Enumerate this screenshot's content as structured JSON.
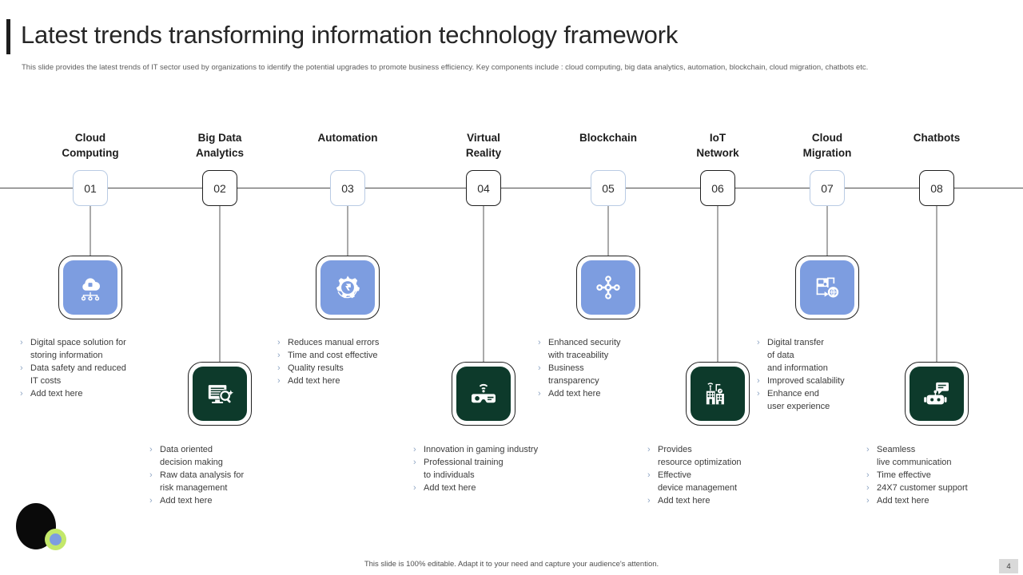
{
  "header": {
    "title": "Latest trends transforming information technology framework",
    "subtitle": "This slide provides the latest trends of IT sector used by  organizations to identify the potential upgrades to promote business efficiency. Key components include : cloud computing, big data analytics, automation, blockchain, cloud migration, chatbots etc."
  },
  "theme": {
    "blue_tile": "#7d9de0",
    "green_tile": "#0d3a2b",
    "badge_light_border": "#b9cbe4",
    "badge_dark_border": "#1f1f1f",
    "chevron": "#8fa6c4",
    "logo_green": "#c3e86a"
  },
  "columns": [
    {
      "number": "01",
      "heading": "Cloud\nComputing",
      "icon": "cloud-lock-network-icon",
      "tile_variant": "blue",
      "badge_variant": "light",
      "position": "top",
      "bullets": [
        "Digital space solution for\nstoring information",
        "Data safety and reduced\nIT costs",
        "Add text here"
      ]
    },
    {
      "number": "02",
      "heading": "Big Data\nAnalytics",
      "icon": "document-search-icon",
      "tile_variant": "green",
      "badge_variant": "dark",
      "position": "bottom",
      "bullets": [
        "Data oriented\ndecision making",
        "Raw data analysis for\nrisk management",
        "Add text here"
      ]
    },
    {
      "number": "03",
      "heading": "Automation",
      "icon": "gear-automation-icon",
      "tile_variant": "blue",
      "badge_variant": "light",
      "position": "top",
      "bullets": [
        "Reduces manual errors",
        "Time and cost effective",
        "Quality results",
        "Add text here"
      ]
    },
    {
      "number": "04",
      "heading": "Virtual\nReality",
      "icon": "vr-headset-icon",
      "tile_variant": "green",
      "badge_variant": "dark",
      "position": "bottom",
      "bullets": [
        "Innovation in gaming industry",
        "Professional training\nto individuals",
        "Add text here"
      ]
    },
    {
      "number": "05",
      "heading": "Blockchain",
      "icon": "node-network-icon",
      "tile_variant": "blue",
      "badge_variant": "light",
      "position": "top",
      "bullets": [
        "Enhanced security\nwith traceability",
        "Business\ntransparency",
        "Add text here"
      ]
    },
    {
      "number": "06",
      "heading": "IoT\nNetwork",
      "icon": "smart-city-antenna-icon",
      "tile_variant": "green",
      "badge_variant": "dark",
      "position": "bottom",
      "bullets": [
        "Provides\nresource optimization",
        "Effective\ndevice management",
        "Add text here"
      ]
    },
    {
      "number": "07",
      "heading": "Cloud\nMigration",
      "icon": "data-migration-icon",
      "tile_variant": "blue",
      "badge_variant": "light",
      "position": "top",
      "bullets": [
        "Digital transfer\nof data\nand information",
        "Improved scalability",
        "Enhance end\nuser experience"
      ]
    },
    {
      "number": "08",
      "heading": "Chatbots",
      "icon": "chatbot-robot-icon",
      "tile_variant": "green",
      "badge_variant": "dark",
      "position": "bottom",
      "bullets": [
        "Seamless\nlive communication",
        "Time effective",
        "24X7 customer support",
        "Add text here"
      ]
    }
  ],
  "footer": {
    "note": "This slide is 100% editable. Adapt it to your need and capture your audience's attention.",
    "page_number": "4"
  }
}
